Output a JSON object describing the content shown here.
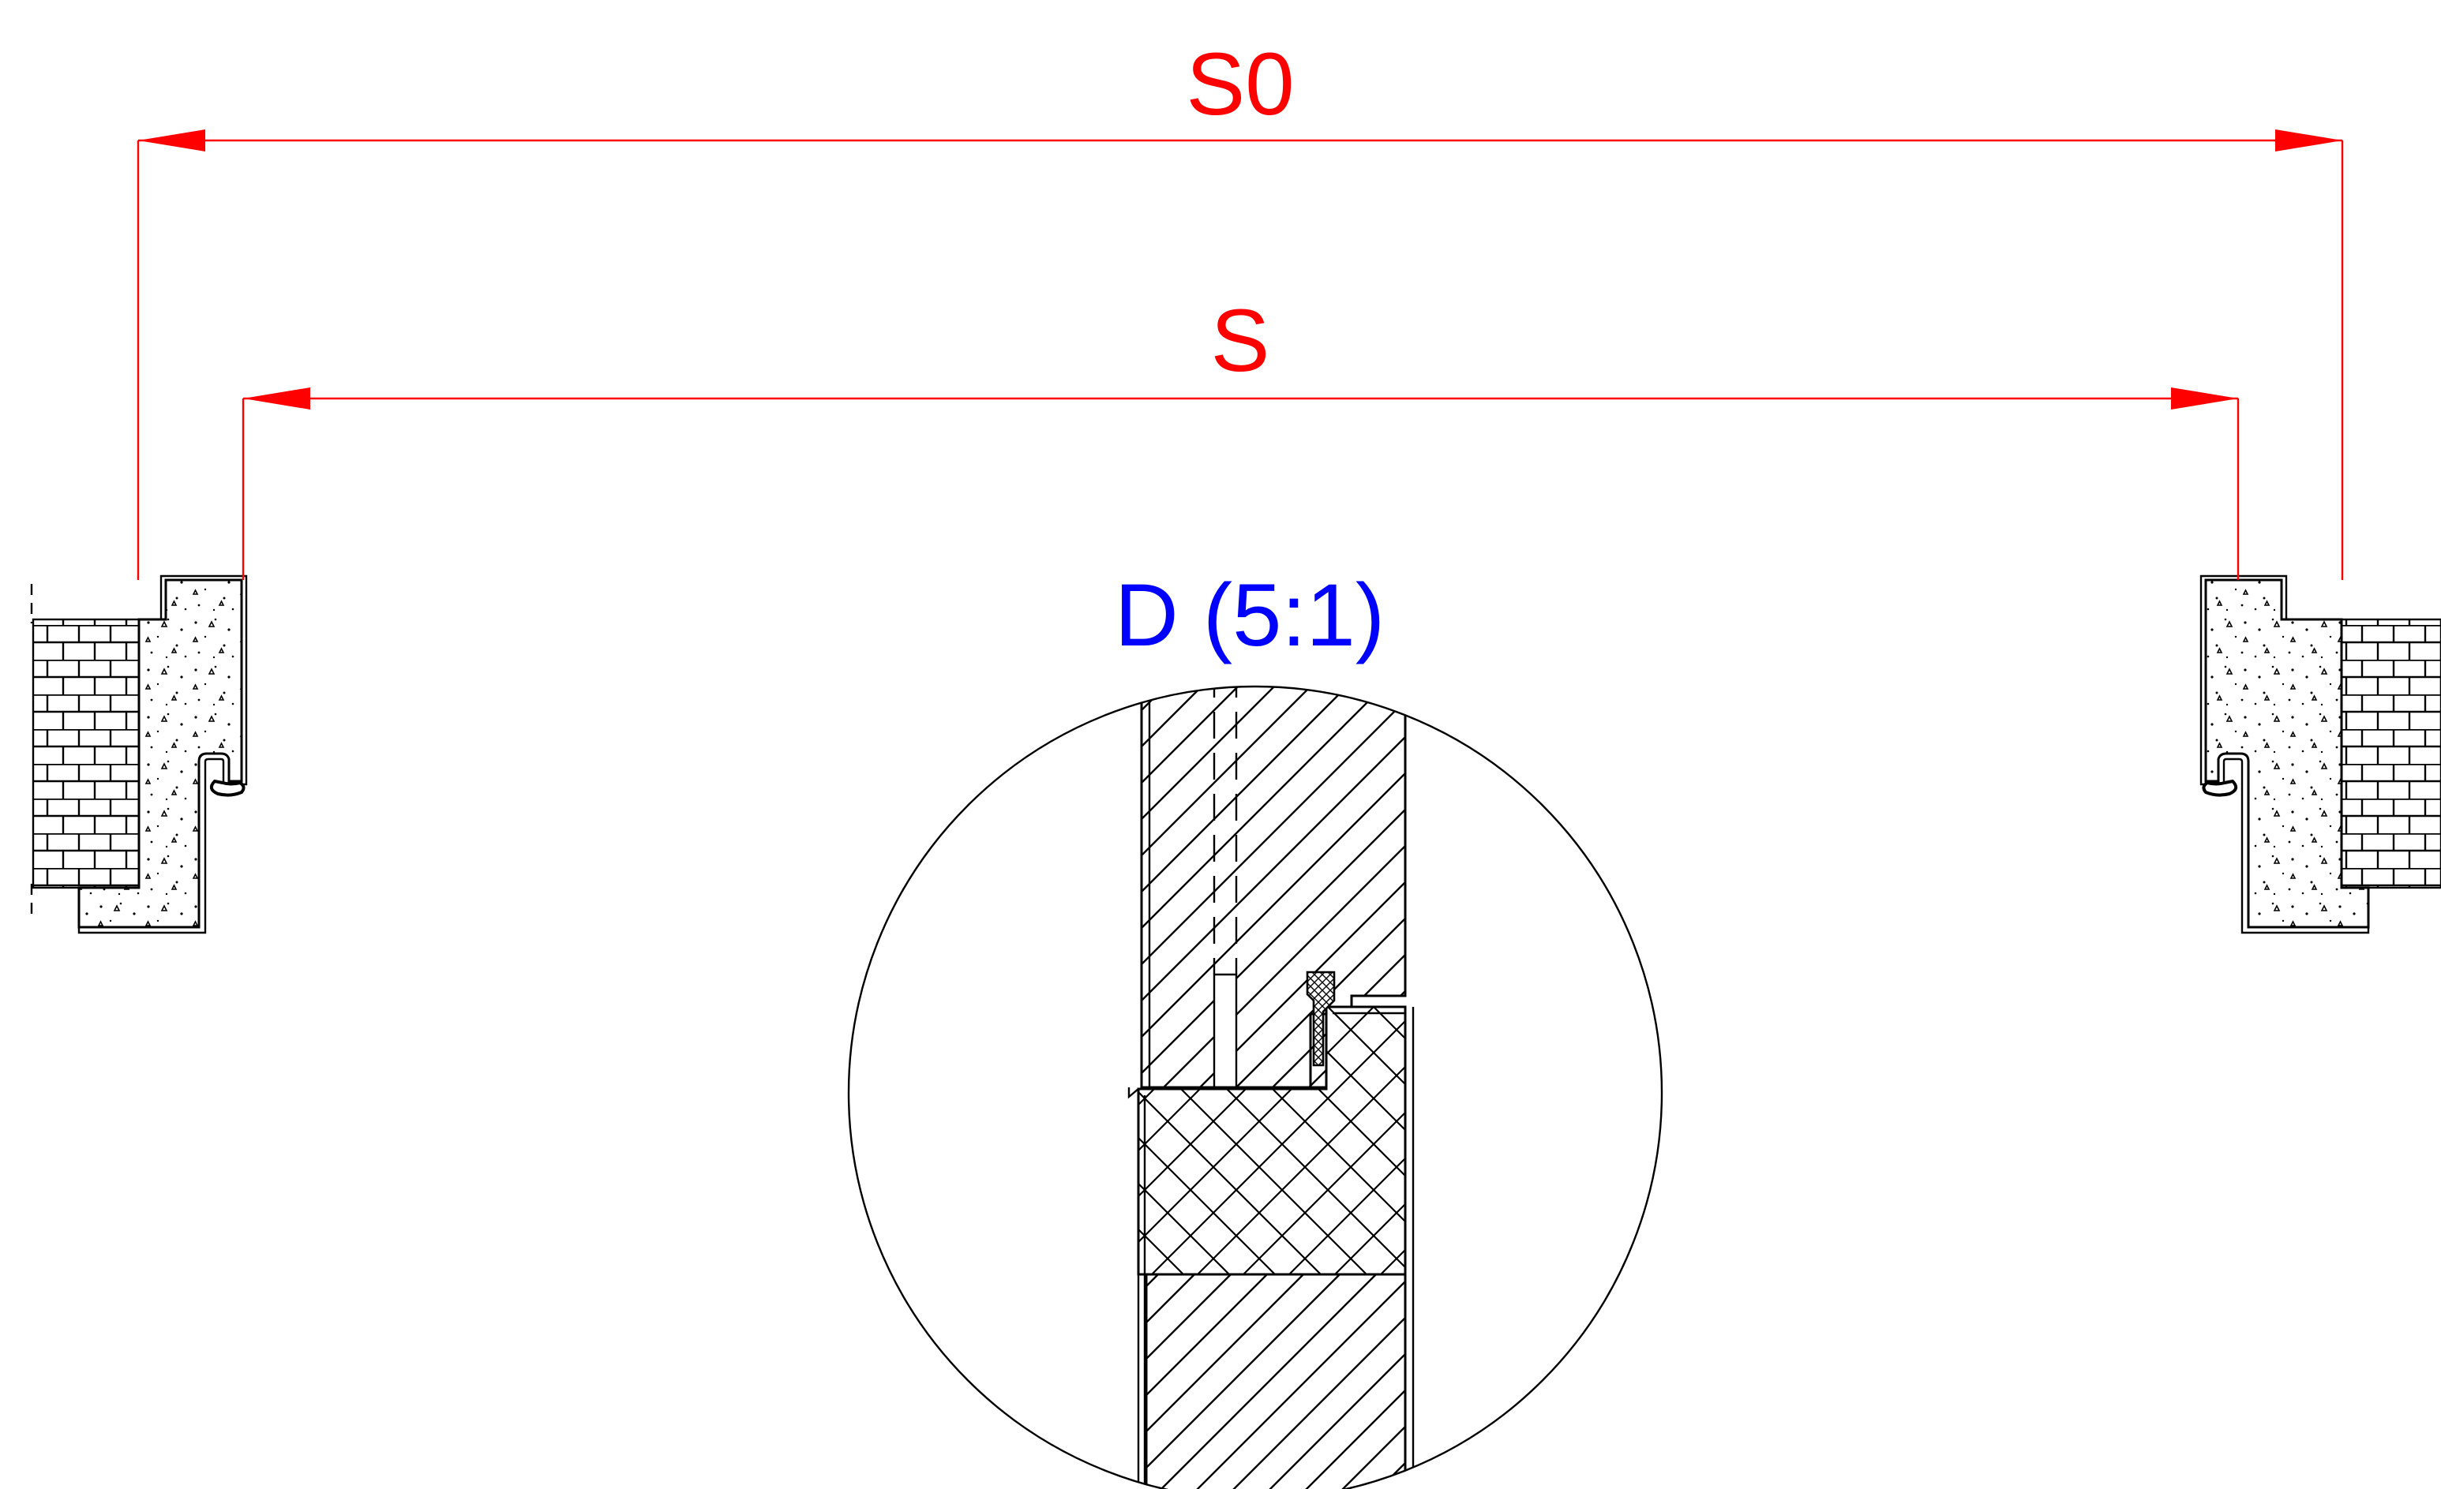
{
  "dimensions": {
    "outer": {
      "label": "S0"
    },
    "inner": {
      "label": "S"
    }
  },
  "detail": {
    "label": "D (5:1)"
  },
  "colors": {
    "dimension": "#ff0000",
    "detail_label": "#0000ff",
    "line": "#000000",
    "background": "#ffffff"
  }
}
